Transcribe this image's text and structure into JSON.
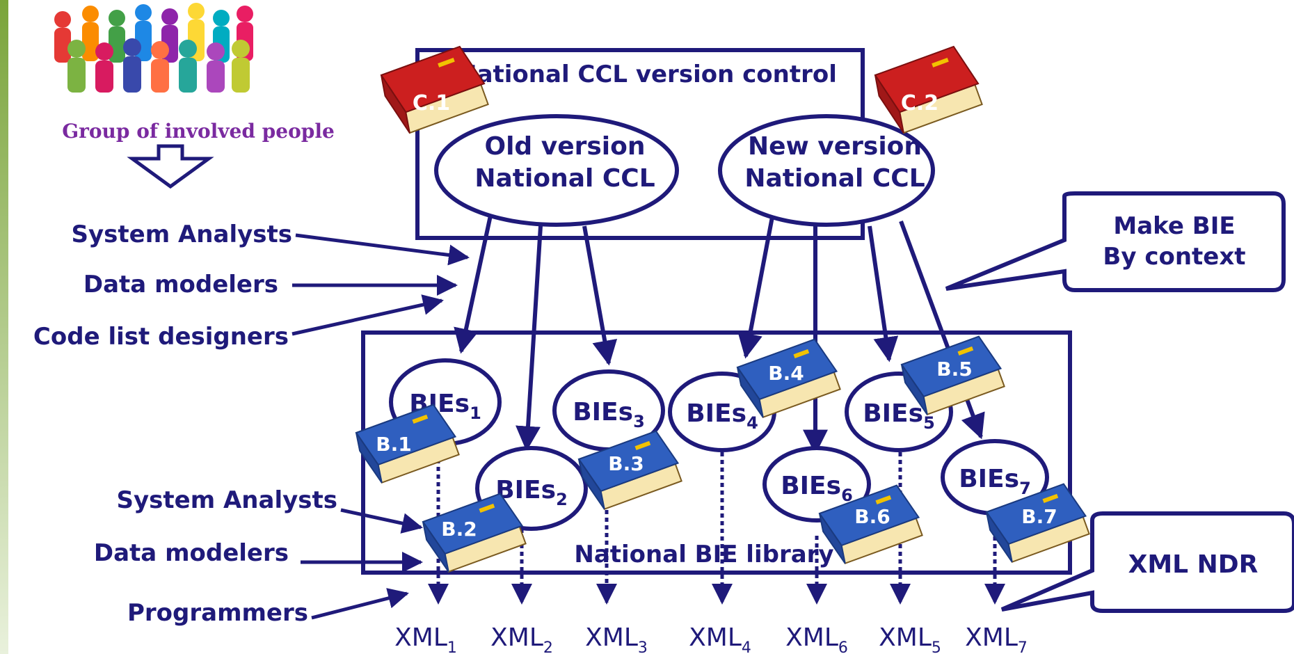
{
  "people": {
    "caption": "Group of involved people"
  },
  "ccl_box": {
    "title": "National CCL version control",
    "old": {
      "line1": "Old version",
      "line2": "National CCL"
    },
    "new": {
      "line1": "New version",
      "line2": "National CCL"
    }
  },
  "bie_box": {
    "title": "National BIE library"
  },
  "roles_top": [
    "System Analysts",
    "Data modelers",
    "Code list designers"
  ],
  "roles_bottom": [
    "System Analysts",
    "Data modelers",
    "Programmers"
  ],
  "callouts": {
    "make_bie": [
      "Make BIE",
      "By context"
    ],
    "xml_ndr": "XML NDR"
  },
  "books": {
    "c1": "C.1",
    "c2": "C.2",
    "b1": "B.1",
    "b2": "B.2",
    "b3": "B.3",
    "b4": "B.4",
    "b5": "B.5",
    "b6": "B.6",
    "b7": "B.7"
  },
  "bies": [
    {
      "base": "BIEs",
      "sub": "1"
    },
    {
      "base": "BIEs",
      "sub": "2"
    },
    {
      "base": "BIEs",
      "sub": "3"
    },
    {
      "base": "BIEs",
      "sub": "4"
    },
    {
      "base": "BIEs",
      "sub": "5"
    },
    {
      "base": "BIEs",
      "sub": "6"
    },
    {
      "base": "BIEs",
      "sub": "7"
    }
  ],
  "xml_outputs": [
    {
      "base": "XML",
      "sub": "1"
    },
    {
      "base": "XML",
      "sub": "2"
    },
    {
      "base": "XML",
      "sub": "3"
    },
    {
      "base": "XML",
      "sub": "4"
    },
    {
      "base": "XML",
      "sub": "6"
    },
    {
      "base": "XML",
      "sub": "5"
    },
    {
      "base": "XML",
      "sub": "7"
    }
  ],
  "colors": {
    "navy": "#1f1a7a",
    "book_red": "#cc1f1f",
    "book_blue": "#2f5fbf",
    "page_cream": "#f7e6b0",
    "tab_yellow": "#f2c200",
    "left_stripe": "#7aa43a"
  }
}
